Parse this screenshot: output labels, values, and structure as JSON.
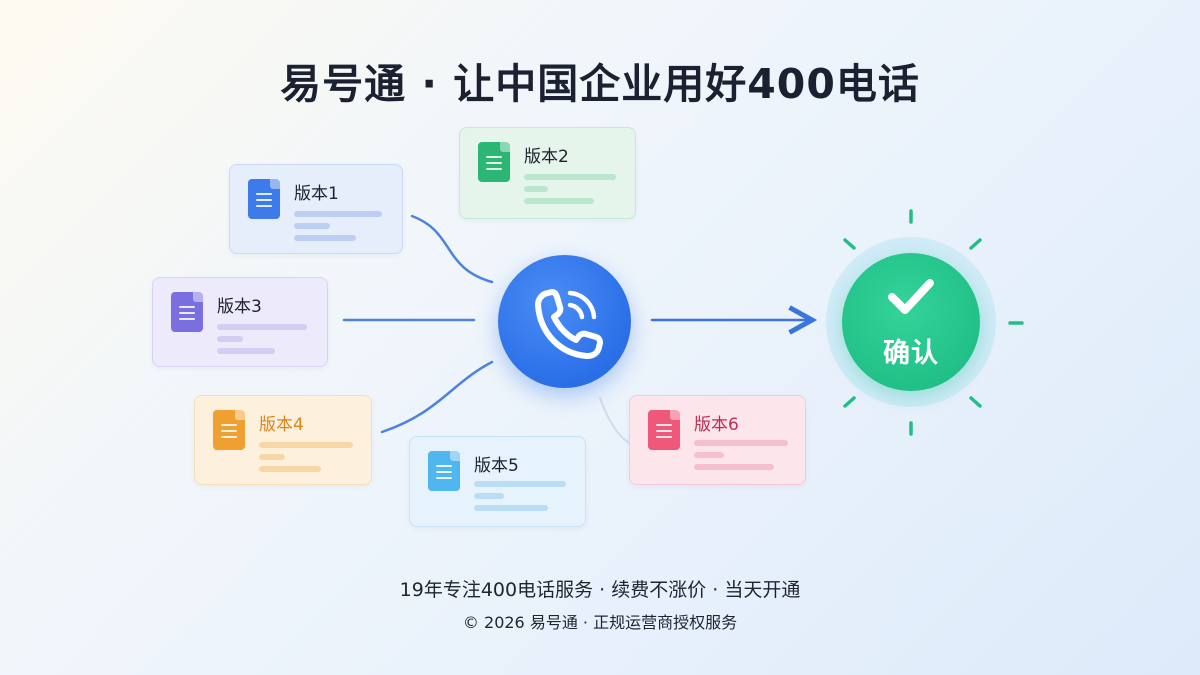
{
  "title": "易号通 · 让中国企业用好400电话",
  "versions": [
    {
      "label": "版本1",
      "color": "#3d7bea"
    },
    {
      "label": "版本2",
      "color": "#2bb673"
    },
    {
      "label": "版本3",
      "color": "#7b6fe0"
    },
    {
      "label": "版本4",
      "color": "#f0a030"
    },
    {
      "label": "版本5",
      "color": "#4fb6ef"
    },
    {
      "label": "版本6",
      "color": "#f0587a"
    }
  ],
  "confirm_label": "确认",
  "footer": {
    "line1": "19年专注400电话服务 · 续费不涨价 · 当天开通",
    "line2": "© 2026 易号通 · 正规运营商授权服务"
  }
}
